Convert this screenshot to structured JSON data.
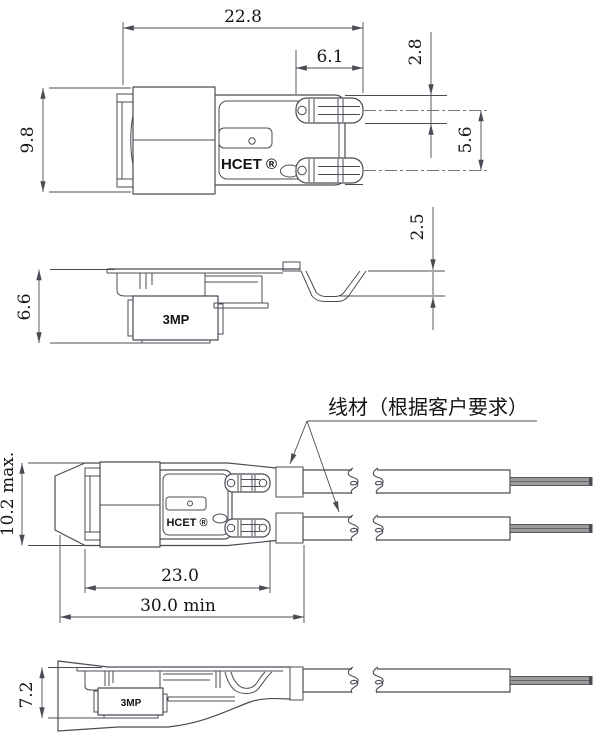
{
  "views": {
    "top_view": {
      "dim_width": "22.8",
      "dim_terminal_length": "6.1",
      "dim_terminal_offset": "2.8",
      "dim_height": "9.8",
      "dim_terminal_pitch": "5.6",
      "brand_label": "HCET ®"
    },
    "side_view": {
      "dim_height": "6.6",
      "dim_lead_height": "2.5",
      "model_label": "3MP"
    },
    "wired_top_view": {
      "dim_height": "10.2 max.",
      "dim_body_length": "23.0",
      "dim_min_length": "30.0 min",
      "brand_label": "HCET ®",
      "wire_note": "线材（根据客户要求）"
    },
    "wired_side_view": {
      "dim_height": "7.2",
      "model_label": "3MP"
    }
  },
  "colors": {
    "line": "#4b4b54",
    "text": "#141414",
    "conductor_fill": "#9b9b9b",
    "conductor_line": "#63636a",
    "background": "#ffffff"
  }
}
